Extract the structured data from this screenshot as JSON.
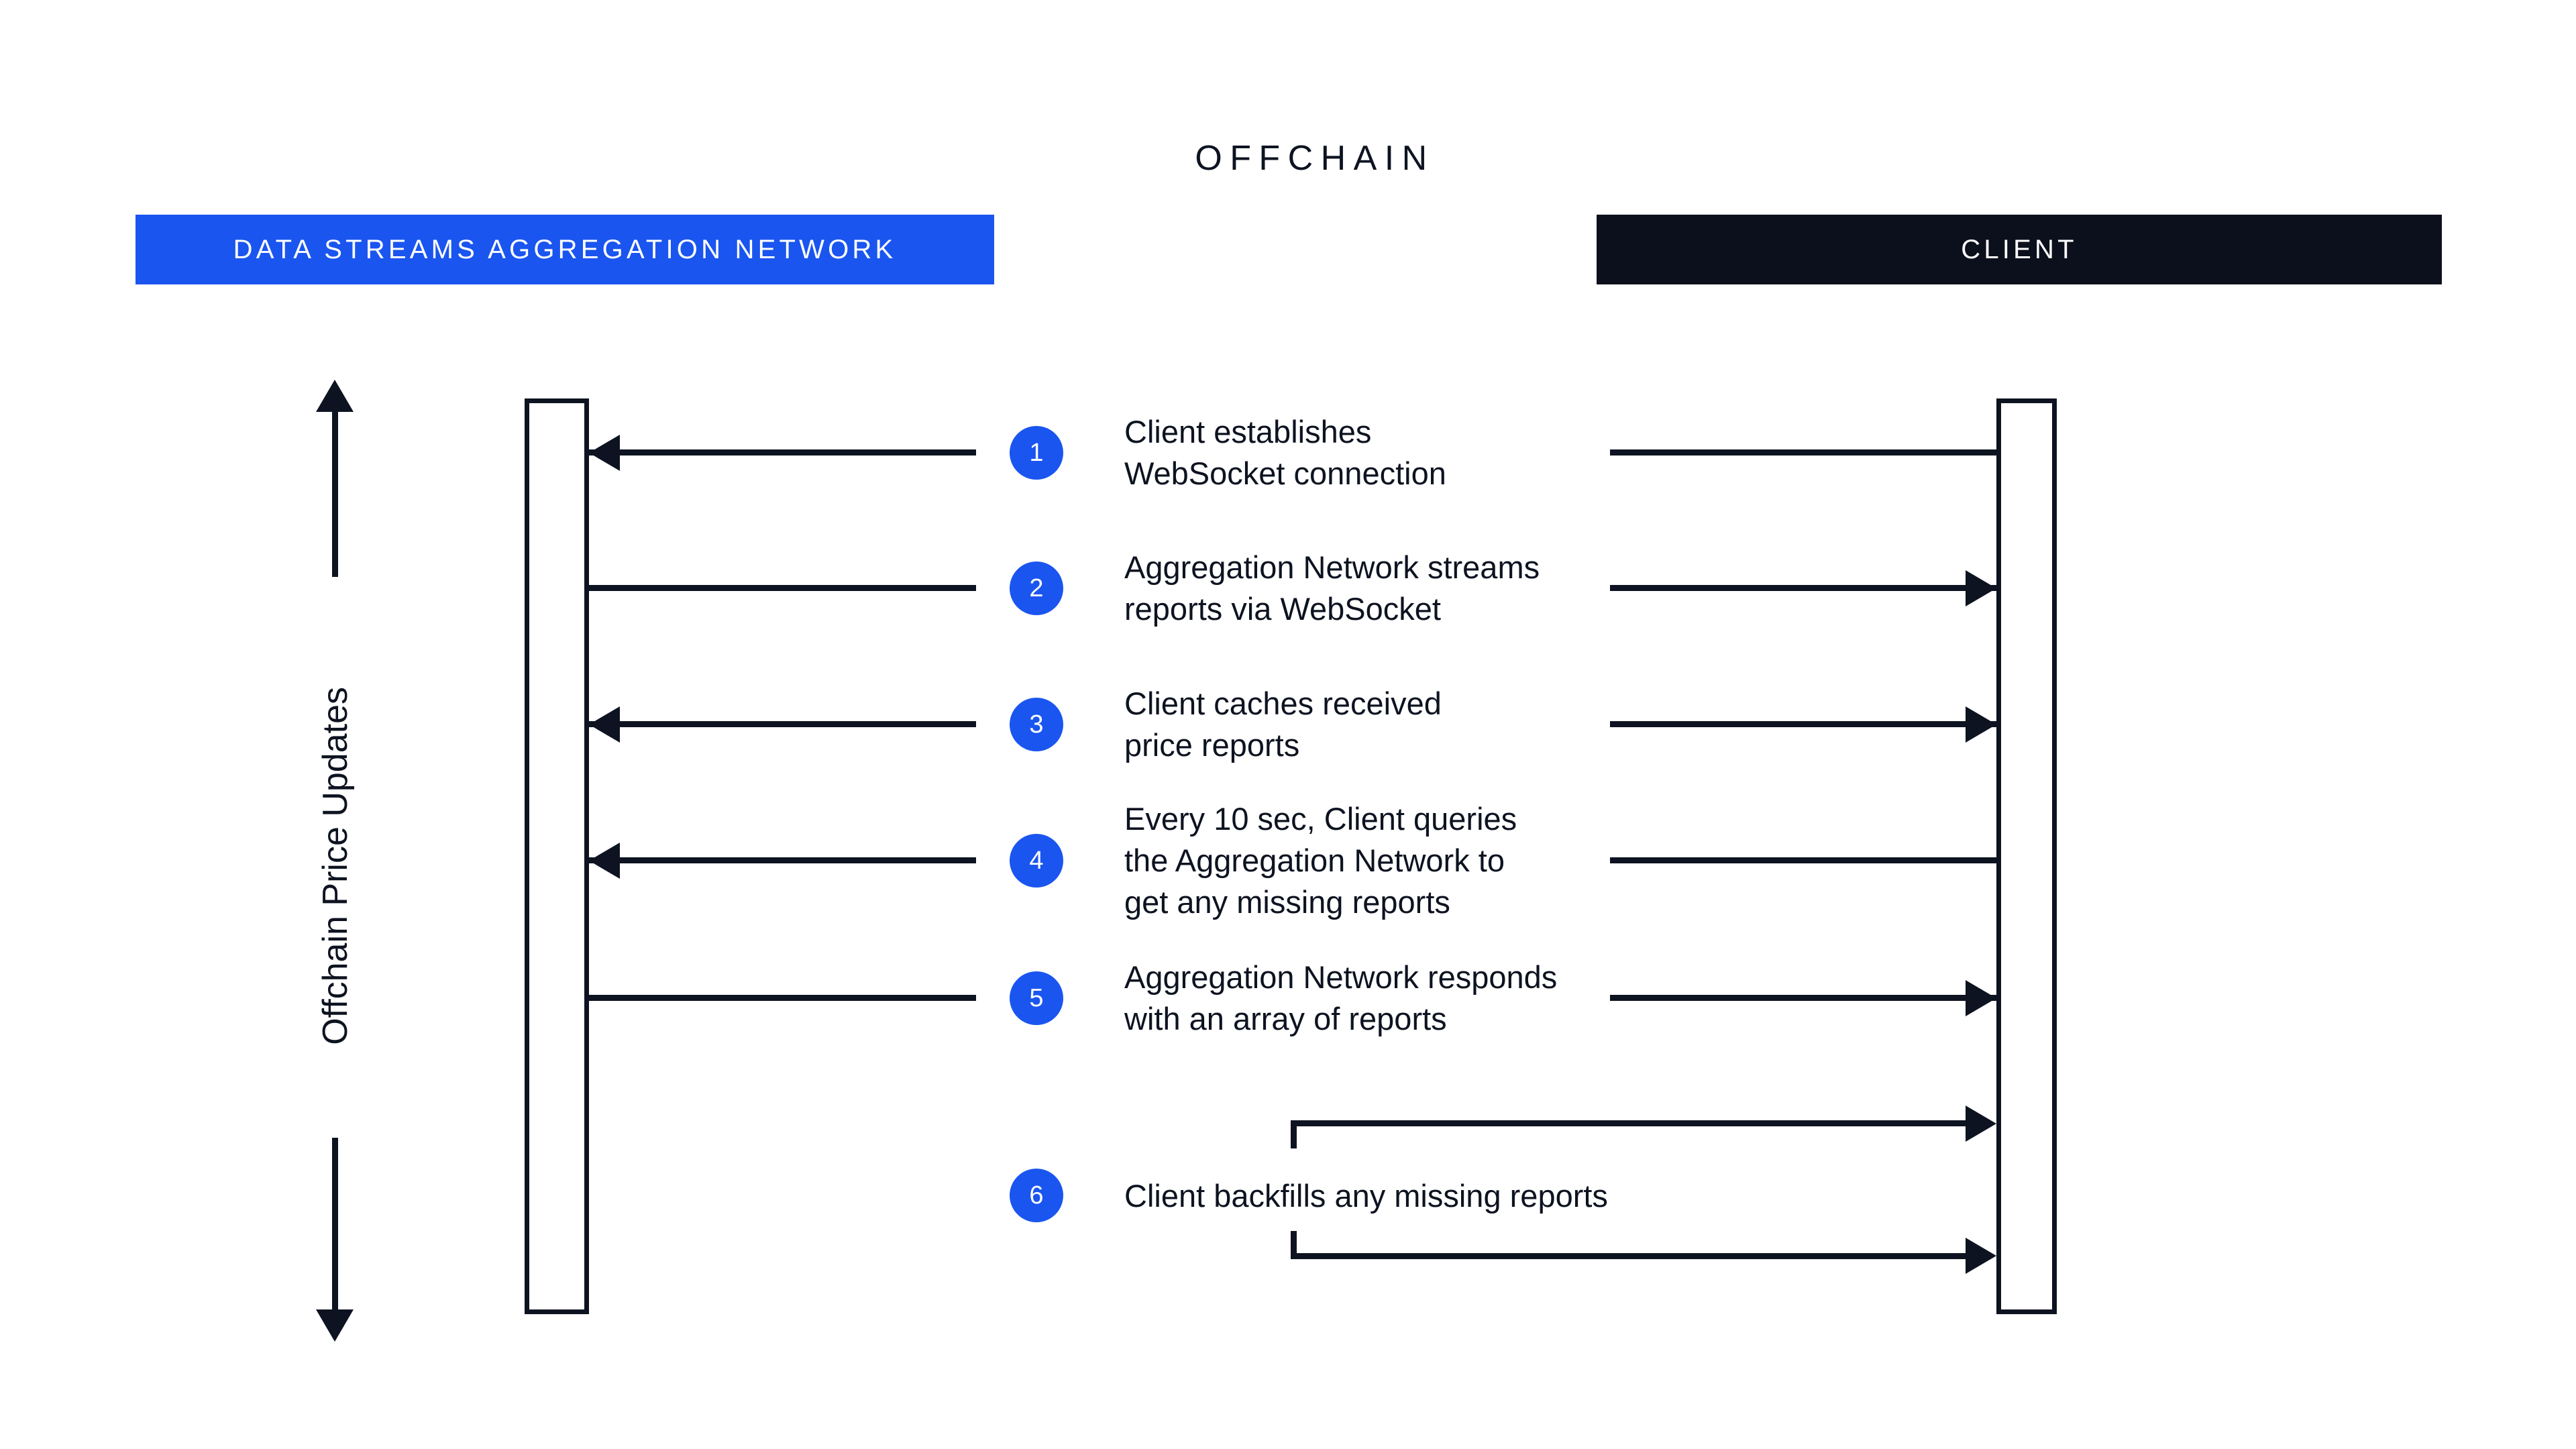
{
  "title": "OFFCHAIN",
  "colors": {
    "accent_blue": "#1A55F0",
    "ink": "#0D1320",
    "banner_dark": "#0C101C",
    "background": "#FFFFFF"
  },
  "participants": {
    "network": {
      "label": "DATA STREAMS AGGREGATION NETWORK"
    },
    "client": {
      "label": "CLIENT"
    }
  },
  "axis": {
    "label": "Offchain Price Updates"
  },
  "steps": [
    {
      "num": "1",
      "text": "Client establishes\nWebSocket connection",
      "direction": "client-to-network"
    },
    {
      "num": "2",
      "text": "Aggregation Network streams\nreports via WebSocket",
      "direction": "network-to-client"
    },
    {
      "num": "3",
      "text": "Client caches received\nprice reports",
      "direction": "both"
    },
    {
      "num": "4",
      "text": "Every 10 sec, Client queries\nthe Aggregation Network to\nget any missing reports",
      "direction": "client-to-network"
    },
    {
      "num": "5",
      "text": "Aggregation Network responds\nwith an array of reports",
      "direction": "network-to-client"
    },
    {
      "num": "6",
      "text": "Client backfills any missing reports",
      "direction": "client-self-loop"
    }
  ]
}
